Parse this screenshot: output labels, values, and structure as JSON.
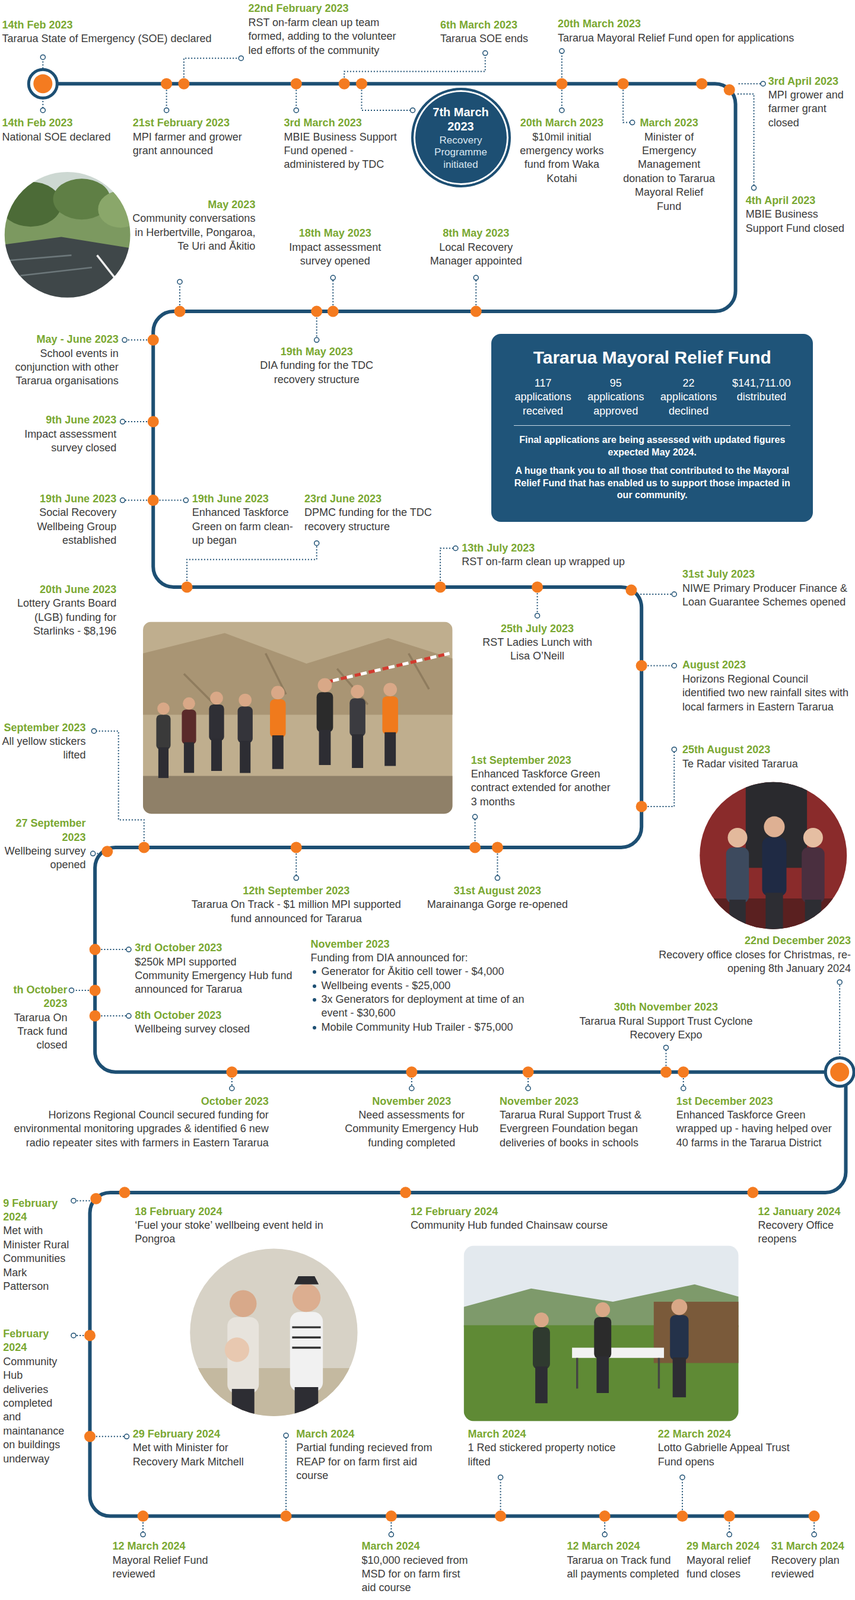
{
  "diagram": {
    "nodes": [
      {
        "text": [
          "7th March 2023",
          "Recovery Programme initiated"
        ]
      },
      {
        "text": [
          "Tararua Mayoral Relief Fund",
          "117 applications received",
          "95 applications approved",
          "22 applications declined",
          "$141,711.00 distributed",
          "Final applications are being assessed with updated figures expected May 2024.",
          "A huge thank you to all those that contributed to the Mayoral Relief Fund that has enabled us to support those impacted in our community."
        ]
      }
    ],
    "labels": [
      "14th Feb 2023",
      "Tararua State of Emergency (SOE) declared",
      "14th Feb 2023",
      "National SOE declared",
      "22nd February 2023",
      "RST on-farm clean up team formed, adding to the volunteer led efforts of the community",
      "21st February 2023",
      "MPI farmer and grower grant announced",
      "3rd March 2023",
      "MBIE Business Support Fund opened - administered by TDC",
      "6th March 2023",
      "Tararua SOE ends",
      "20th March 2023",
      "Tararua Mayoral Relief Fund open for applications",
      "20th March 2023",
      "$10mil initial emergency works fund from Waka Kotahi",
      "March 2023",
      "Minister of Emergency Management donation to Tararua Mayoral Relief Fund",
      "3rd April 2023",
      "MPI grower and farmer grant closed",
      "4th April 2023",
      "MBIE Business Support Fund closed",
      "May 2023",
      "Community conversations in Herbertville, Pongaroa, Te Uri and Ākitio",
      "18th May 2023",
      "Impact assessment survey opened",
      "8th May 2023",
      "Local Recovery Manager appointed",
      "19th May 2023",
      "DIA funding for the TDC recovery structure",
      "May - June 2023",
      "School events in conjunction with other Tararua organisations",
      "9th June 2023",
      "Impact assessment survey closed",
      "19th June 2023",
      "Social Recovery Wellbeing Group established",
      "19th June 2023",
      "Enhanced Taskforce Green on farm clean-up began",
      "23rd June 2023",
      "DPMC funding for the TDC recovery structure",
      "20th June 2023",
      "Lottery Grants Board (LGB) funding for Starlinks - $8,196",
      "13th July 2023",
      "RST on-farm clean up wrapped up",
      "25th July 2023",
      "RST Ladies Lunch with Lisa O’Neill",
      "31st July 2023",
      "NIWE Primary Producer Finance & Loan Guarantee Schemes opened",
      "August 2023",
      "Horizons Regional Council identified two new rainfall sites with local farmers in Eastern Tararua",
      "25th August 2023",
      "Te Radar visited Tararua",
      "1st September 2023",
      "Enhanced Taskforce Green contract extended for another 3 months",
      "September 2023",
      "All yellow stickers lifted",
      "27 September 2023",
      "Wellbeing survey opened",
      "12th September 2023",
      "Tararua On Track - $1 million MPI supported fund announced for Tararua",
      "31st August 2023",
      "Marainanga Gorge re-opened",
      "22nd December 2023",
      "Recovery office closes for Christmas, re-opening 8th January 2024",
      "3rd October 2023",
      "$250k MPI supported Community Emergency Hub fund announced for Tararua",
      "th October 2023",
      "Tararua On Track fund closed",
      "8th October 2023",
      "Wellbeing survey closed",
      "November 2023",
      "Funding from DIA announced for:",
      "Generator for Ākitio cell tower - $4,000",
      "Wellbeing events - $25,000",
      "3x Generators for deployment at time of an event - $30,600",
      "Mobile Community Hub Trailer - $75,000",
      "30th November 2023",
      "Tararua Rural Support Trust Cyclone Recovery Expo",
      "October 2023",
      "Horizons Regional Council secured funding for environmental monitoring upgrades & identified 6 new radio repeater sites with farmers in Eastern Tararua",
      "November 2023",
      "Need assessments for Community Emergency Hub funding completed",
      "November 2023",
      "Tararua Rural Support Trust & Evergreen Foundation began deliveries of books in schools",
      "1st December 2023",
      "Enhanced Taskforce Green wrapped up - having helped over 40 farms in the Tararua District",
      "12 January 2024",
      "Recovery Office reopens",
      "12 February 2024",
      "Community Hub funded Chainsaw course",
      "18 February 2024",
      "‘Fuel your stoke’ wellbeing event held in Pongroa",
      "9 February 2024",
      "Met with Minister Rural Communities Mark Patterson",
      "February 2024",
      "Community Hub deliveries completed and maintanance on buildings underway",
      "29 February 2024",
      "Met with Minister for Recovery Mark Mitchell",
      "March 2024",
      "Partial funding recieved from REAP for on farm first aid course",
      "March 2024",
      "1 Red stickered property notice lifted",
      "22 March 2024",
      "Lotto Gabrielle Appeal Trust Fund opens",
      "12 March 2024",
      "Mayoral Relief Fund reviewed",
      "March 2024",
      "$10,000 recieved from MSD for on farm first aid course",
      "12 March 2024",
      "Tararua on Track fund all payments completed",
      "29 March 2024",
      "Mayoral relief fund closes",
      "31 March 2024",
      "Recovery plan reviewed"
    ]
  }
}
